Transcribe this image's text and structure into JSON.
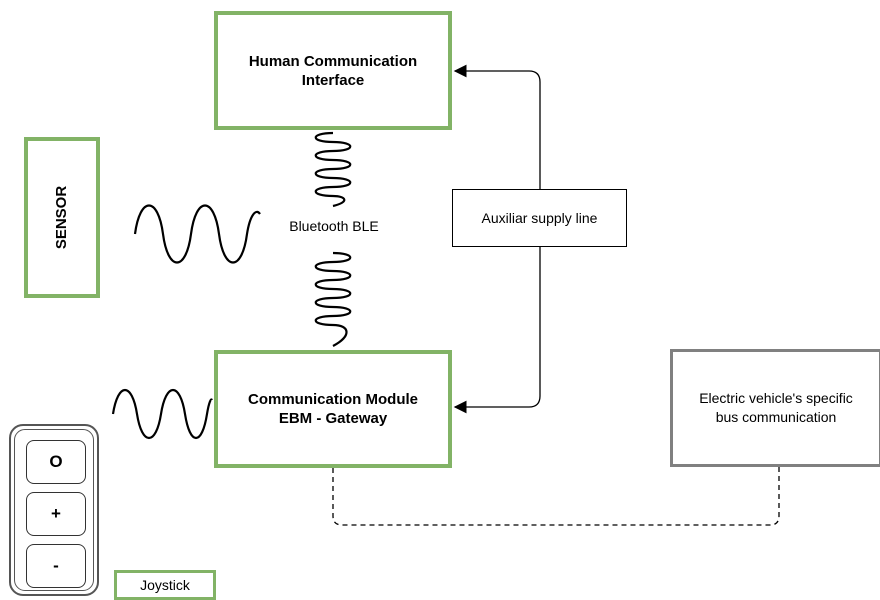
{
  "nodes": {
    "hci": "Human Communication\nInterface",
    "ebm_line1": "Communication Module",
    "ebm_line2": "EBM - Gateway",
    "sensor": "SENSOR",
    "aux": "Auxiliar supply line",
    "ev_line1": "Electric vehicle's specific",
    "ev_line2": "bus communication",
    "joystick_label": "Joystick"
  },
  "labels": {
    "bluetooth": "Bluetooth BLE"
  },
  "joystick_buttons": [
    "O",
    "+",
    "-"
  ],
  "colors": {
    "green_border": "#82b366",
    "gray_border": "#808080"
  }
}
